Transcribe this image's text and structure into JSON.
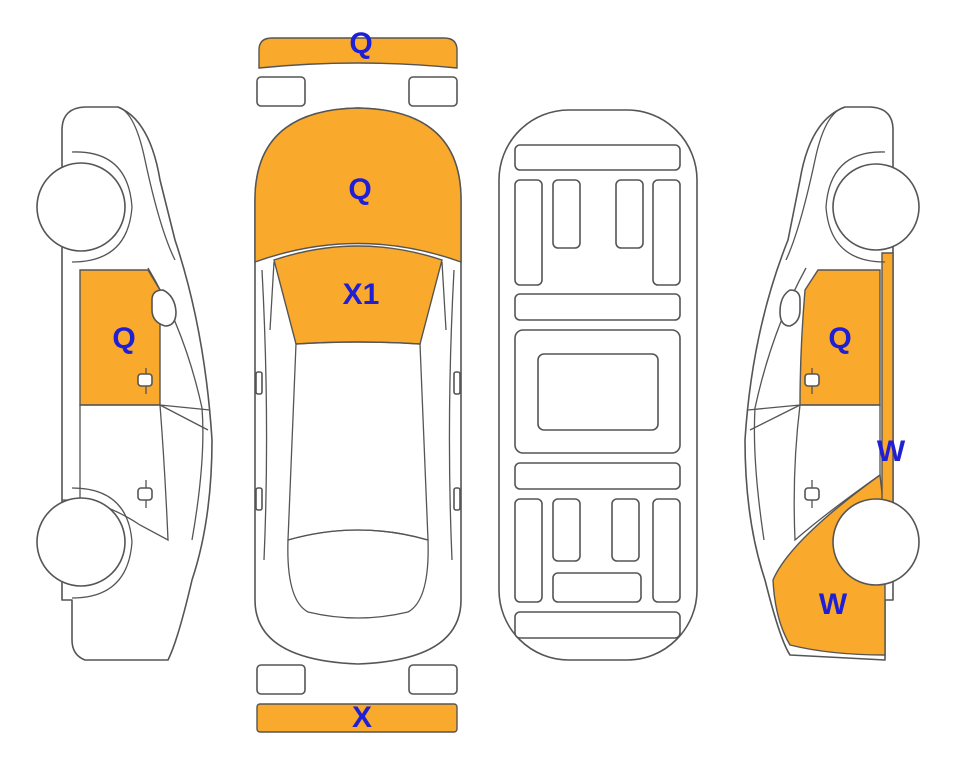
{
  "colors": {
    "damage_fill": "#F9A92B",
    "label_text": "#1F1FD6",
    "outline": "#555555",
    "background": "#FFFFFF"
  },
  "labels": {
    "front_bumper": "Q",
    "hood": "Q",
    "windshield": "X1",
    "left_front_door": "Q",
    "right_front_door": "Q",
    "right_rear_pillar": "W",
    "right_rear_quarter": "W",
    "rear_bumper": "X"
  }
}
